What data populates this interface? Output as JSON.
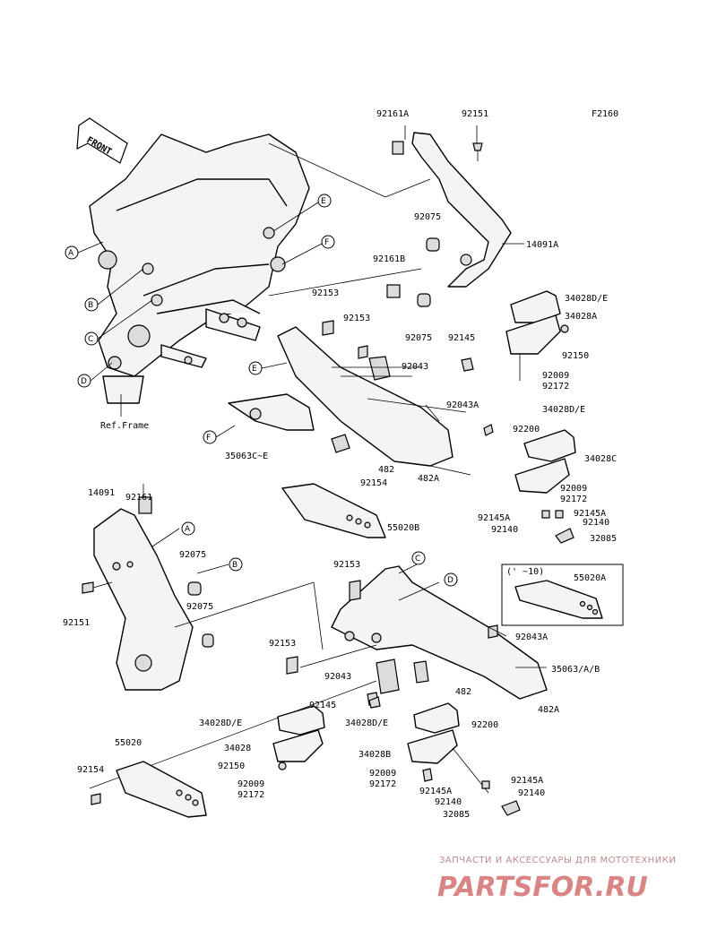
{
  "figure_code": "F2160",
  "arrow_label": "FRONT",
  "ref_frame": "Ref.Frame",
  "part_labels": {
    "p92161A": "92161A",
    "p92151_top": "92151",
    "p92075_a": "92075",
    "p14091A": "14091A",
    "p92161B": "92161B",
    "p92153_a": "92153",
    "p92153_b": "92153",
    "p92075_b": "92075",
    "p92145": "92145",
    "p92043_a": "92043",
    "p34028DE_a": "34028D/E",
    "p34028A": "34028A",
    "p92150_a": "92150",
    "p92009_a": "92009",
    "p92172_a": "92172",
    "p92043A_a": "92043A",
    "p92200_a": "92200",
    "p34028DE_b": "34028D/E",
    "p34028C": "34028C",
    "p92009_b": "92009",
    "p92172_b": "92172",
    "p92145A_a": "92145A",
    "p92145A_b": "92145A",
    "p92140_a": "92140",
    "p92140_b": "92140",
    "p32085_a": "32085",
    "p35063C": "35063C~E",
    "p482_a": "482",
    "p482A_a": "482A",
    "p92154_a": "92154",
    "p55020B": "55020B",
    "p92161": "92161",
    "p14091": "14091",
    "p92075_c": "92075",
    "p92075_d": "92075",
    "p92151": "92151",
    "p92153_c": "92153",
    "p55020A": "55020A",
    "p_range": "(' ~10)",
    "p92043A_b": "92043A",
    "p92153_d": "92153",
    "p92043_b": "92043",
    "p35063AB": "35063/A/B",
    "p482_b": "482",
    "p92145_b": "92145",
    "p482A_b": "482A",
    "p34028DE_c": "34028D/E",
    "p34028DE_d": "34028D/E",
    "p92200_b": "92200",
    "p34028": "34028",
    "p34028B": "34028B",
    "p92150_b": "92150",
    "p92009_c": "92009",
    "p92172_c": "92172",
    "p92009_d": "92009",
    "p92172_d": "92172",
    "p92145A_c": "92145A",
    "p92145A_d": "92145A",
    "p92140_c": "92140",
    "p92140_d": "92140",
    "p32085_b": "32085",
    "p55020": "55020",
    "p92154_b": "92154"
  },
  "callouts": {
    "A1": "A",
    "B1": "B",
    "C1": "C",
    "D1": "D",
    "E1": "E",
    "F1": "F",
    "E2": "E",
    "F2": "F",
    "A2": "A",
    "B2": "B",
    "C2": "C",
    "D2": "D"
  },
  "watermark": {
    "top": "ЗАПЧАСТИ И АКСЕССУАРЫ ДЛЯ МОТОТЕХНИКИ",
    "main": "PARTSFOR.RU"
  }
}
